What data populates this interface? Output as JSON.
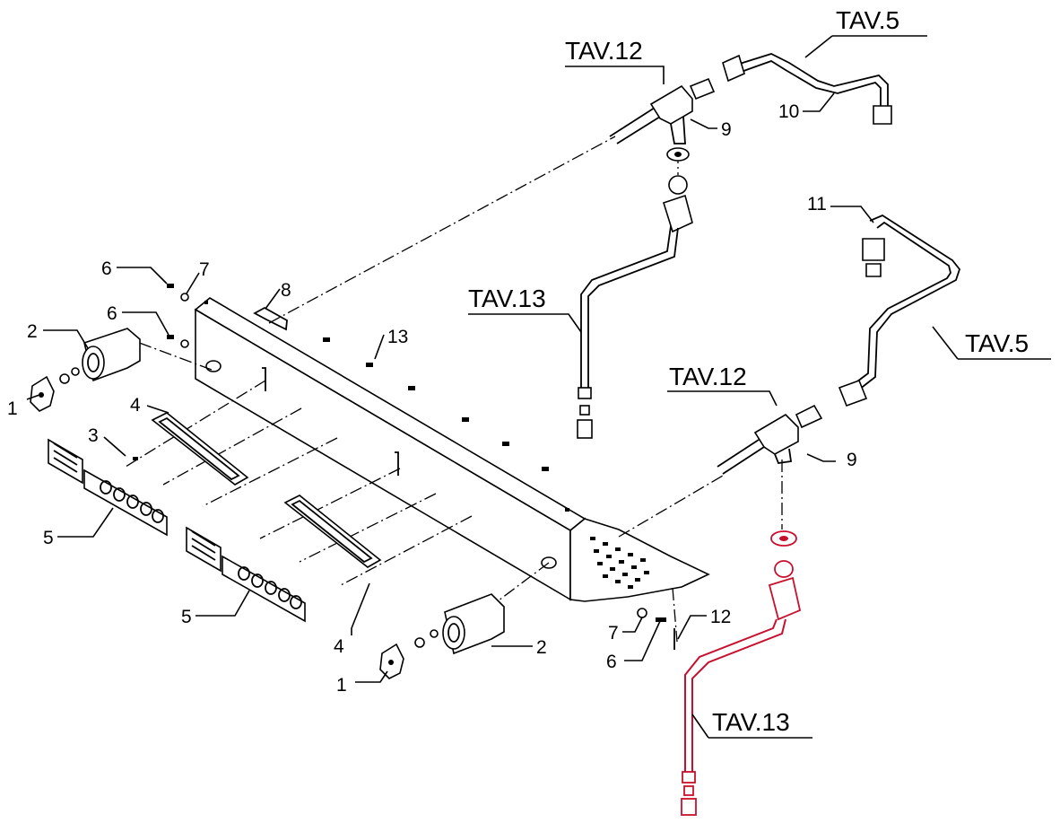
{
  "diagram": {
    "callouts": {
      "c1a": "1",
      "c1b": "1",
      "c2a": "2",
      "c2b": "2",
      "c3": "3",
      "c4a": "4",
      "c4b": "4",
      "c5a": "5",
      "c5b": "5",
      "c6a": "6",
      "c6b": "6",
      "c6c": "6",
      "c7a": "7",
      "c7b": "7",
      "c8": "8",
      "c9a": "9",
      "c9b": "9",
      "c10": "10",
      "c11": "11",
      "c12": "12",
      "c13": "13"
    },
    "refs": {
      "tav5a": "TAV.5",
      "tav5b": "TAV.5",
      "tav12a": "TAV.12",
      "tav12b": "TAV.12",
      "tav13a": "TAV.13",
      "tav13b": "TAV.13"
    },
    "colors": {
      "line": "#000000",
      "highlight": "#c8102e"
    }
  }
}
